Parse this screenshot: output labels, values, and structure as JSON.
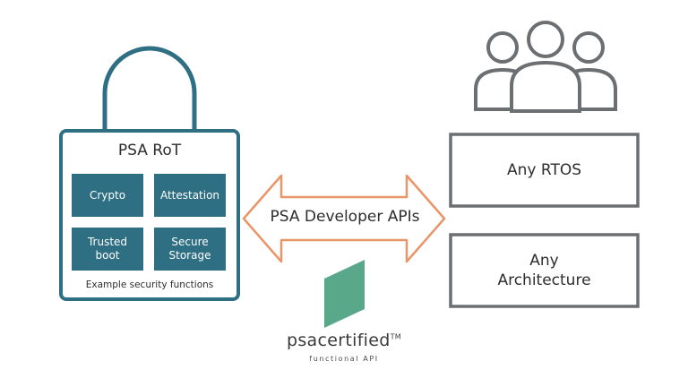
{
  "colors": {
    "lock_border": "#2f6f84",
    "tile_fill": "#2f6f84",
    "arrow_stroke": "#e8956a",
    "gray_stroke": "#6b6f72",
    "logo_green": "#5aa88a"
  },
  "lock": {
    "title": "PSA RoT",
    "functions": [
      {
        "lines": [
          "Crypto"
        ]
      },
      {
        "lines": [
          "Attestation"
        ]
      },
      {
        "lines": [
          "Trusted",
          "boot"
        ]
      },
      {
        "lines": [
          "Secure",
          "Storage"
        ]
      }
    ],
    "caption": "Example security functions"
  },
  "arrow": {
    "label": "PSA Developer APIs"
  },
  "right": {
    "icon": "users-group-icon",
    "boxes": [
      {
        "lines": [
          "Any RTOS"
        ]
      },
      {
        "lines": [
          "Any",
          "Architecture"
        ]
      }
    ]
  },
  "logo": {
    "brand_part1": "psa",
    "brand_part2": "certified",
    "trademark": "TM",
    "subtitle": "functional API"
  }
}
